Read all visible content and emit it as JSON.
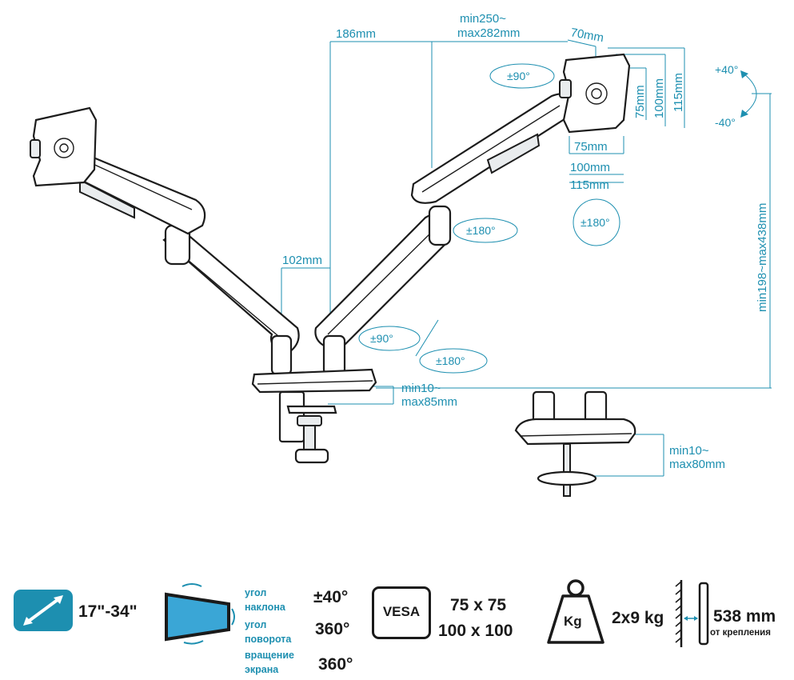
{
  "diagram": {
    "dims": {
      "top_186": "186mm",
      "top_min": "min250~",
      "top_max": "max282mm",
      "d70": "70mm",
      "v75": "75mm",
      "v100": "100mm",
      "v115": "115mm",
      "h75": "75mm",
      "h100": "100mm",
      "h115": "115mm",
      "height": "min198~max438mm",
      "d102": "102mm",
      "clamp_min": "min10~",
      "clamp_max": "max85mm",
      "grommet_min": "min10~",
      "grommet_max": "max80mm"
    },
    "rotations": {
      "tilt_up": "+40°",
      "tilt_down": "-40°",
      "swivel_head": "±90°",
      "rotate_head": "±180°",
      "arm_joint": "±180°",
      "base_90": "±90°",
      "base_180": "±180°"
    }
  },
  "specs": {
    "screen_size": "17\"-34\"",
    "tilt_label_1": "угол",
    "tilt_label_2": "наклона",
    "tilt_value": "±40°",
    "swivel_label_1": "угол",
    "swivel_label_2": "поворота",
    "swivel_value": "360°",
    "rotation_label_1": "вращение",
    "rotation_label_2": "экрана",
    "rotation_value": "360°",
    "vesa_badge": "VESA",
    "vesa_1": "75 x 75",
    "vesa_2": "100 x 100",
    "weight_badge": "Kg",
    "weight": "2x9 kg",
    "reach": "538 mm",
    "reach_label": "от крепления"
  },
  "colors": {
    "accent": "#1d8fb0",
    "screen": "#3aa6d6",
    "ink": "#1a1a1a"
  }
}
